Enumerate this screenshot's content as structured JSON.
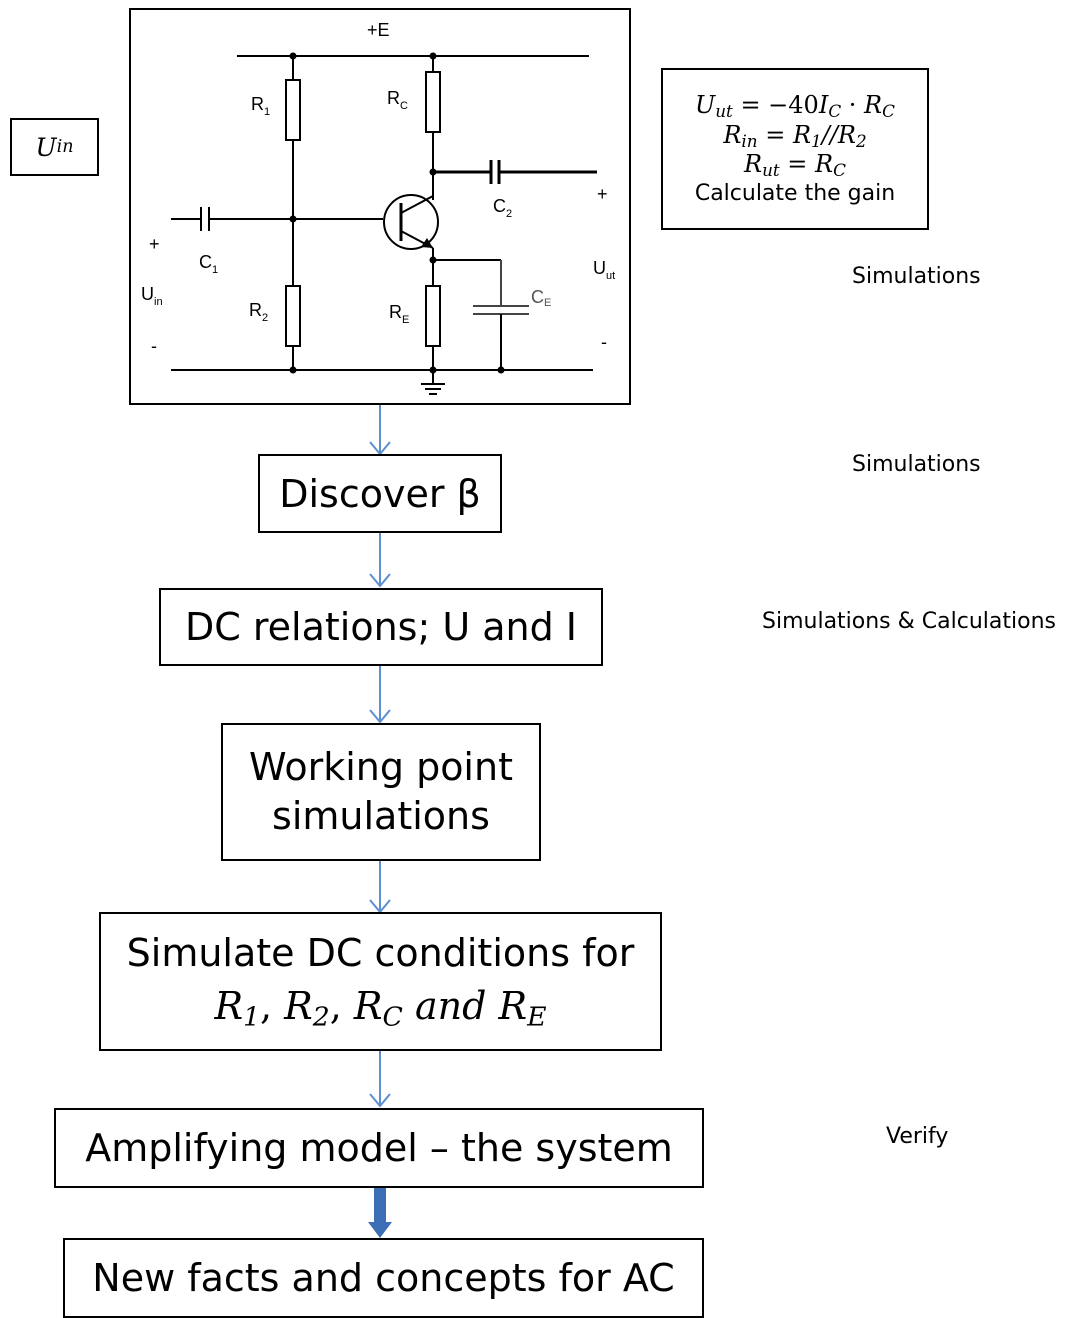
{
  "input_label": {
    "base": "U",
    "sub": "in"
  },
  "circuit": {
    "supply": "+E",
    "r1": {
      "base": "R",
      "sub": "1"
    },
    "rc": {
      "base": "R",
      "sub": "C"
    },
    "c2": {
      "base": "C",
      "sub": "2"
    },
    "c1": {
      "base": "C",
      "sub": "1"
    },
    "r2": {
      "base": "R",
      "sub": "2"
    },
    "re": {
      "base": "R",
      "sub": "E"
    },
    "ce": {
      "base": "C",
      "sub": "E"
    },
    "uin": {
      "base": "U",
      "sub": "in"
    },
    "uut": {
      "base": "U",
      "sub": "ut"
    },
    "plus": "+",
    "minus": "-"
  },
  "equations": {
    "line1": {
      "lhs": "U",
      "lhs_sub": "ut",
      "eq": " = −40",
      "i": "I",
      "i_sub": "C",
      "dot": " · ",
      "r": "R",
      "r_sub": "C"
    },
    "line2": {
      "lhs": "R",
      "lhs_sub": "in",
      "eq": " = ",
      "a": "R",
      "a_sub": "1",
      "sep": "//",
      "b": "R",
      "b_sub": "2"
    },
    "line3": {
      "lhs": "R",
      "lhs_sub": "ut",
      "eq": " = ",
      "r": "R",
      "r_sub": "C"
    },
    "line4": "Calculate the gain"
  },
  "side_notes": {
    "n1": "Simulations",
    "n2": "Simulations",
    "n3": "Simulations & Calculations",
    "n4": "Verify"
  },
  "steps": {
    "discover": "Discover β",
    "dc_relations": "DC relations; U and I",
    "working_point": "Working point\nsimulations",
    "simulate_dc_line1": "Simulate DC conditions for",
    "simulate_dc_line2": {
      "r1": "R",
      "r1_sub": "1",
      "r2": "R",
      "r2_sub": "2",
      "rc": "R",
      "rc_sub": "C",
      "and": "and",
      "re": "R",
      "re_sub": "E"
    },
    "amplifying": "Amplifying model – the system",
    "new_facts": "New facts and concepts for AC"
  }
}
